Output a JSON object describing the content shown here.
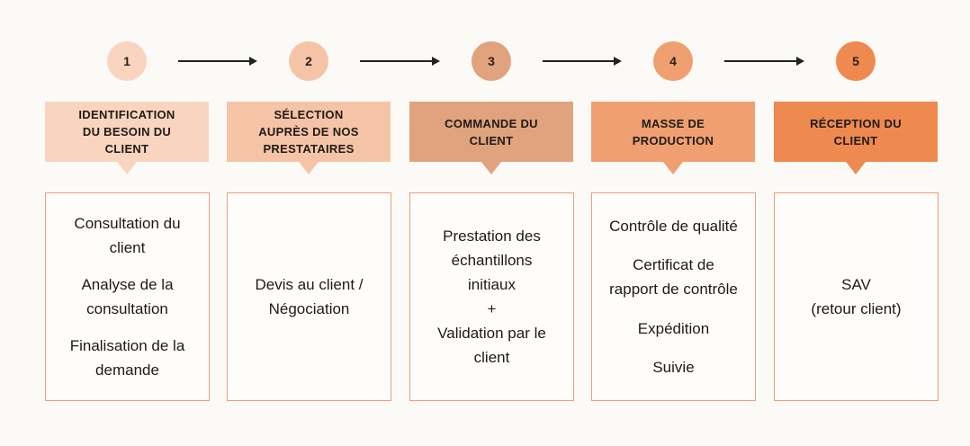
{
  "steps": [
    {
      "number": "1",
      "title": "IDENTIFICATION\nDU BESOIN DU\nCLIENT",
      "color": "#f9d5bf",
      "items": [
        "Consultation du\nclient",
        "Analyse de la\nconsultation",
        "Finalisation de la\ndemande"
      ]
    },
    {
      "number": "2",
      "title": "SÉLECTION\nAUPRÈS DE NOS\nPRESTATAIRES",
      "color": "#f5c4a6",
      "items": [
        "Devis au client /\nNégociation"
      ]
    },
    {
      "number": "3",
      "title": "COMMANDE DU\nCLIENT",
      "color": "#e0a37e",
      "items": [
        "Prestation des\néchantillons\ninitiaux\n+\nValidation par le\nclient"
      ]
    },
    {
      "number": "4",
      "title": "MASSE DE\nPRODUCTION",
      "color": "#f0a070",
      "items": [
        "Contrôle de qualité",
        "Certificat de\nrapport de contrôle",
        "Expédition",
        "Suivie"
      ]
    },
    {
      "number": "5",
      "title": "RÉCEPTION DU\nCLIENT",
      "color": "#ee8a4f",
      "items": [
        "SAV\n(retour client)"
      ]
    }
  ]
}
